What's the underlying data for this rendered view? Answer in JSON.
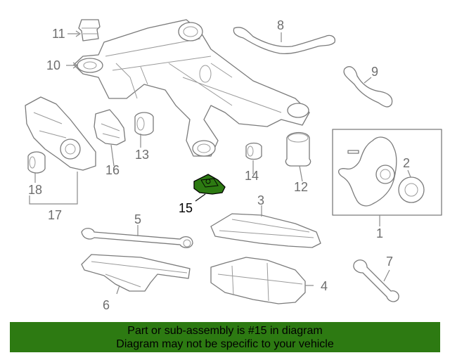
{
  "callouts": {
    "c1": "1",
    "c2": "2",
    "c3": "3",
    "c4": "4",
    "c5": "5",
    "c6": "6",
    "c7": "7",
    "c8": "8",
    "c9": "9",
    "c10": "10",
    "c11": "11",
    "c12": "12",
    "c13": "13",
    "c14": "14",
    "c15": "15",
    "c16": "16",
    "c17": "17",
    "c18": "18"
  },
  "highlight": {
    "part": "15",
    "color": "#2d7a12"
  },
  "banner": {
    "line1": "Part or sub-assembly is #15 in diagram",
    "line2": "Diagram may not be specific to your vehicle",
    "color": "#2d7a12"
  }
}
